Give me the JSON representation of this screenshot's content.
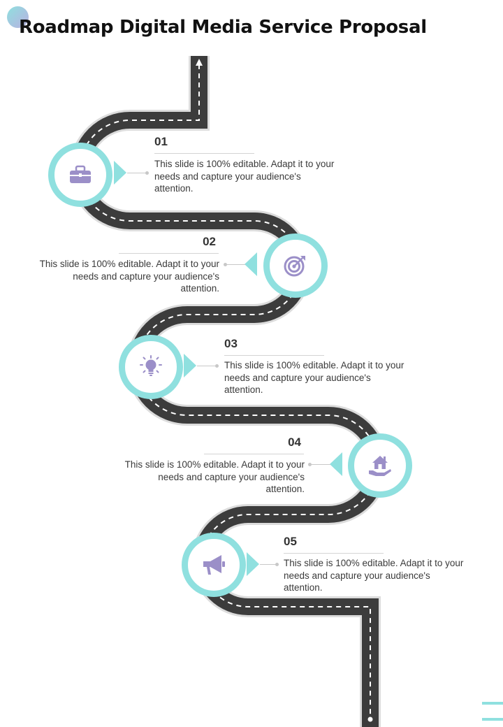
{
  "title": "Roadmap Digital Media Service Proposal",
  "colors": {
    "accent": "#8fe0df",
    "icon": "#9b8fc8",
    "road": "#3c3c3c"
  },
  "steps": [
    {
      "number": "01",
      "text": "This slide is 100% editable.  Adapt it to your needs and capture your audience's attention.",
      "icon": "briefcase-icon"
    },
    {
      "number": "02",
      "text": "This slide is 100% editable.  Adapt it to your needs and capture your audience's attention.",
      "icon": "target-icon"
    },
    {
      "number": "03",
      "text": "This slide is 100% editable.  Adapt it to your needs and capture your audience's attention.",
      "icon": "lightbulb-icon"
    },
    {
      "number": "04",
      "text": "This slide is 100% editable.  Adapt it to your needs and capture your audience's attention.",
      "icon": "house-in-hand-icon"
    },
    {
      "number": "05",
      "text": "This slide is 100% editable.  Adapt it to your needs and capture your audience's attention.",
      "icon": "megaphone-icon"
    }
  ]
}
